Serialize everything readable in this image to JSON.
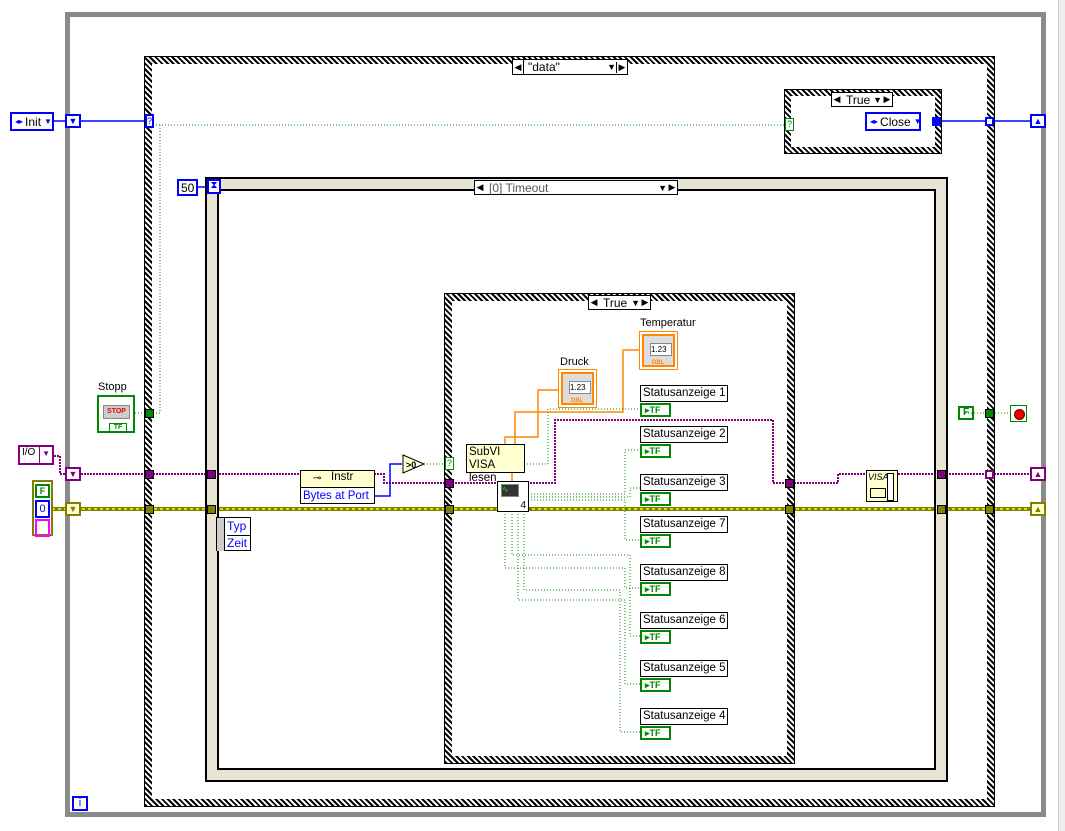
{
  "while_loop": {
    "iteration_icon": "i"
  },
  "outer_case": {
    "selector": "\"data\""
  },
  "close_case": {
    "selector": "True",
    "constant": "Close"
  },
  "init_enum": {
    "value": "Init"
  },
  "timeout_constant": "50",
  "event_structure": {
    "selector": "[0] Timeout",
    "event_data": [
      "Typ",
      "Zeit"
    ]
  },
  "inner_case": {
    "selector": "True"
  },
  "stop_control": {
    "label": "Stopp",
    "button_text": "STOP",
    "type": "TF"
  },
  "io_constant": {
    "value": "I/O"
  },
  "error_cluster": {
    "bool": "F",
    "number": "0"
  },
  "property_node": {
    "class": "Instr",
    "property": "Bytes at Port"
  },
  "compare": {
    "label": ">0"
  },
  "subvi": {
    "line1": "SubVI",
    "line2": "VISA lesen"
  },
  "waveform_vi": {
    "count": "4"
  },
  "druck": {
    "label": "Druck",
    "value": "1.23",
    "type": "DBL"
  },
  "temperatur": {
    "label": "Temperatur",
    "value": "1.23",
    "type": "DBL"
  },
  "status_indicators": [
    {
      "label": "Statusanzeige 1",
      "type": "TF"
    },
    {
      "label": "Statusanzeige 2",
      "type": "TF"
    },
    {
      "label": "Statusanzeige 3",
      "type": "TF"
    },
    {
      "label": "Statusanzeige 7",
      "type": "TF"
    },
    {
      "label": "Statusanzeige 8",
      "type": "TF"
    },
    {
      "label": "Statusanzeige 6",
      "type": "TF"
    },
    {
      "label": "Statusanzeige 5",
      "type": "TF"
    },
    {
      "label": "Statusanzeige 4",
      "type": "TF"
    }
  ],
  "false_constant": "F",
  "visa_close": {
    "text": "VISA"
  },
  "colors": {
    "refnum": "#800080",
    "error": "#808000",
    "bool": "#008000",
    "enum": "#0000ff",
    "dbl": "#ff8000"
  }
}
